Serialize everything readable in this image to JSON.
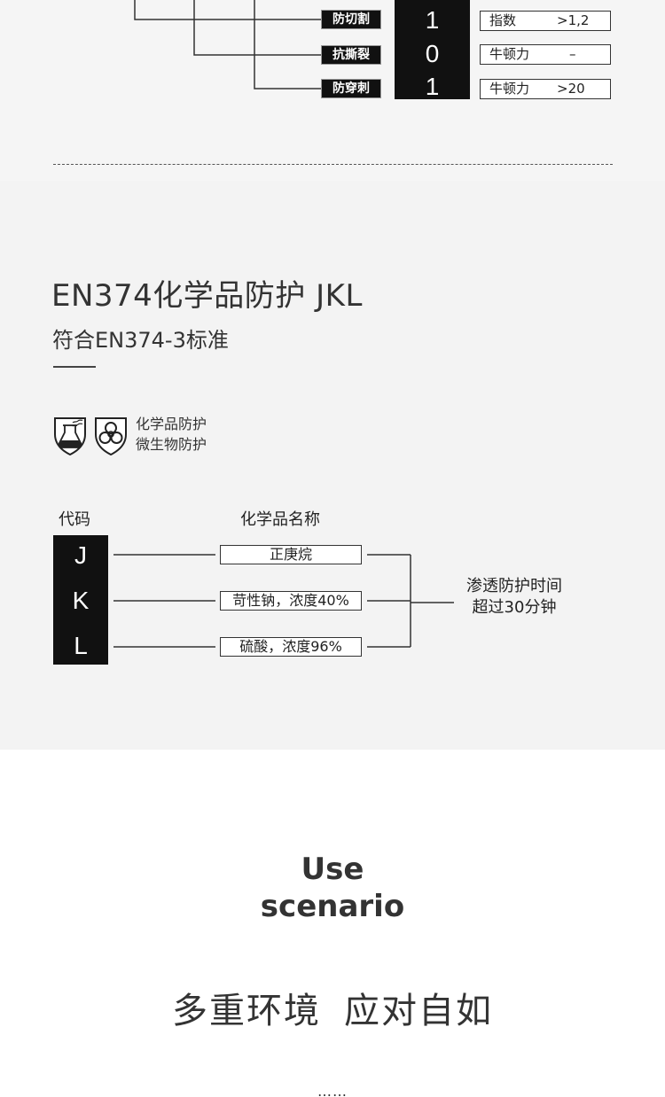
{
  "mechanical": {
    "rows": [
      {
        "tag": "防切割",
        "code": "1",
        "unit": "指数",
        "value": ">1,2"
      },
      {
        "tag": "抗撕裂",
        "code": "0",
        "unit": "牛顿力",
        "value": "–"
      },
      {
        "tag": "防穿刺",
        "code": "1",
        "unit": "牛顿力",
        "value": ">20"
      }
    ]
  },
  "chemical": {
    "title": "EN374化学品防护 JKL",
    "subtitle": "符合EN374-3标准",
    "icons": [
      {
        "name": "chemical-flask-shield-icon"
      },
      {
        "name": "biohazard-shield-icon"
      }
    ],
    "icon_labels": [
      "化学品防护",
      "微生物防护"
    ],
    "code_header": "代码",
    "chem_header": "化学品名称",
    "rows": [
      {
        "code": "J",
        "chemical": "正庚烷"
      },
      {
        "code": "K",
        "chemical": "苛性钠，浓度40%"
      },
      {
        "code": "L",
        "chemical": "硫酸，浓度96%"
      }
    ],
    "result_lines": [
      "渗透防护时间",
      "超过30分钟"
    ]
  },
  "use_scenario": {
    "title_lines": [
      "Use",
      "scenario"
    ],
    "slogan_left": "多重环境",
    "slogan_right": "应对自如",
    "end_dots": "……"
  }
}
